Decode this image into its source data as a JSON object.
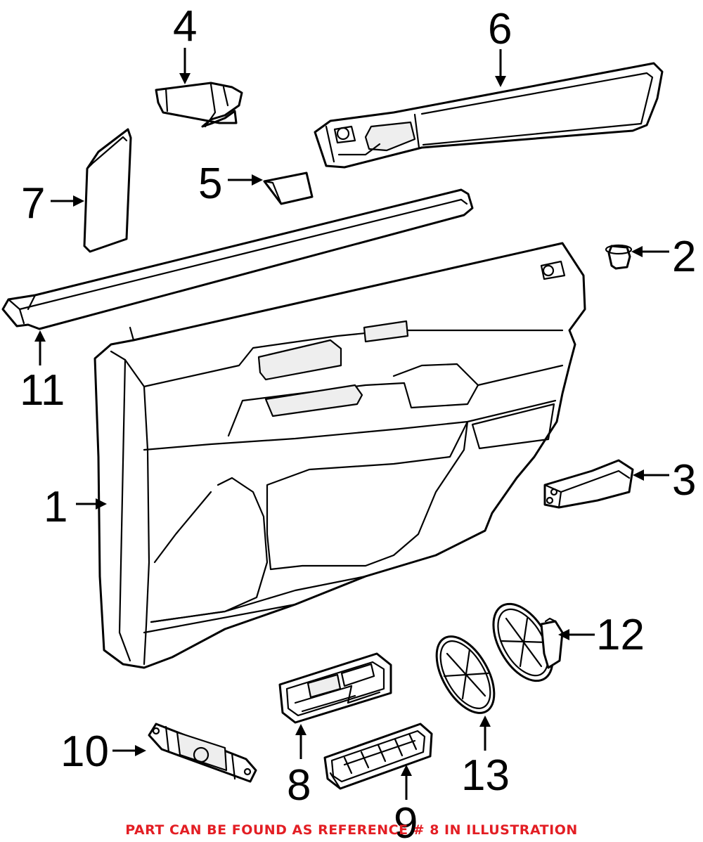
{
  "callouts": {
    "c1": "1",
    "c2": "2",
    "c3": "3",
    "c4": "4",
    "c5": "5",
    "c6": "6",
    "c7": "7",
    "c8": "8",
    "c9": "9",
    "c10": "10",
    "c11": "11",
    "c12": "12",
    "c13": "13"
  },
  "footer": {
    "note": "PART CAN BE FOUND AS REFERENCE # 8 IN ILLUSTRATION"
  },
  "colors": {
    "note_red": "#e31e24",
    "line": "#000000",
    "background": "#ffffff"
  }
}
